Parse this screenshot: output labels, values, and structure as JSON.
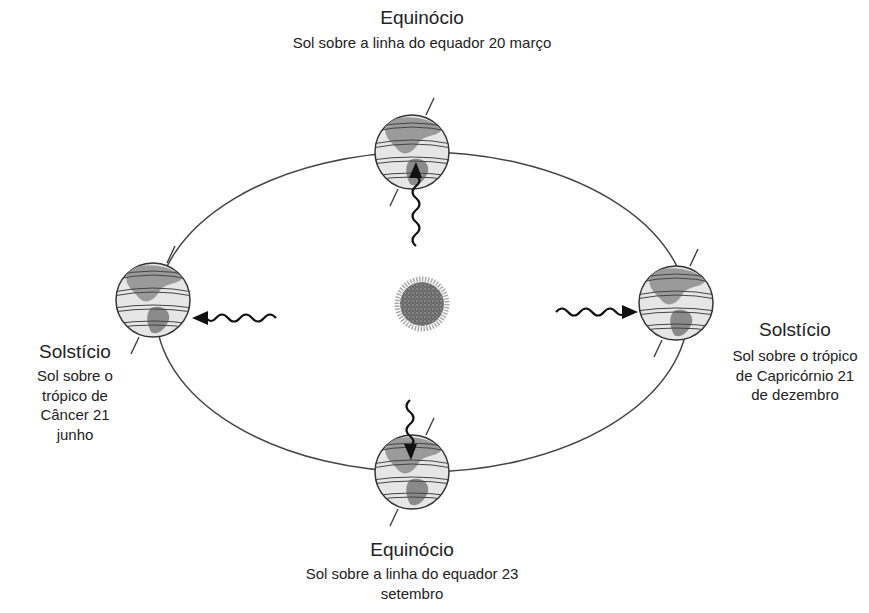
{
  "diagram": {
    "labels": [
      "Equinócio",
      "Sol sobre a linha do equador 20 março",
      "Solstício",
      "Sol sobre o trópico de Câncer 21 junho",
      "Solstício",
      "Sol sobre o trópico de Capricórnio 21 de dezembro",
      "Equinócio",
      "Sol sobre a linha do equador 23 setembro"
    ]
  }
}
